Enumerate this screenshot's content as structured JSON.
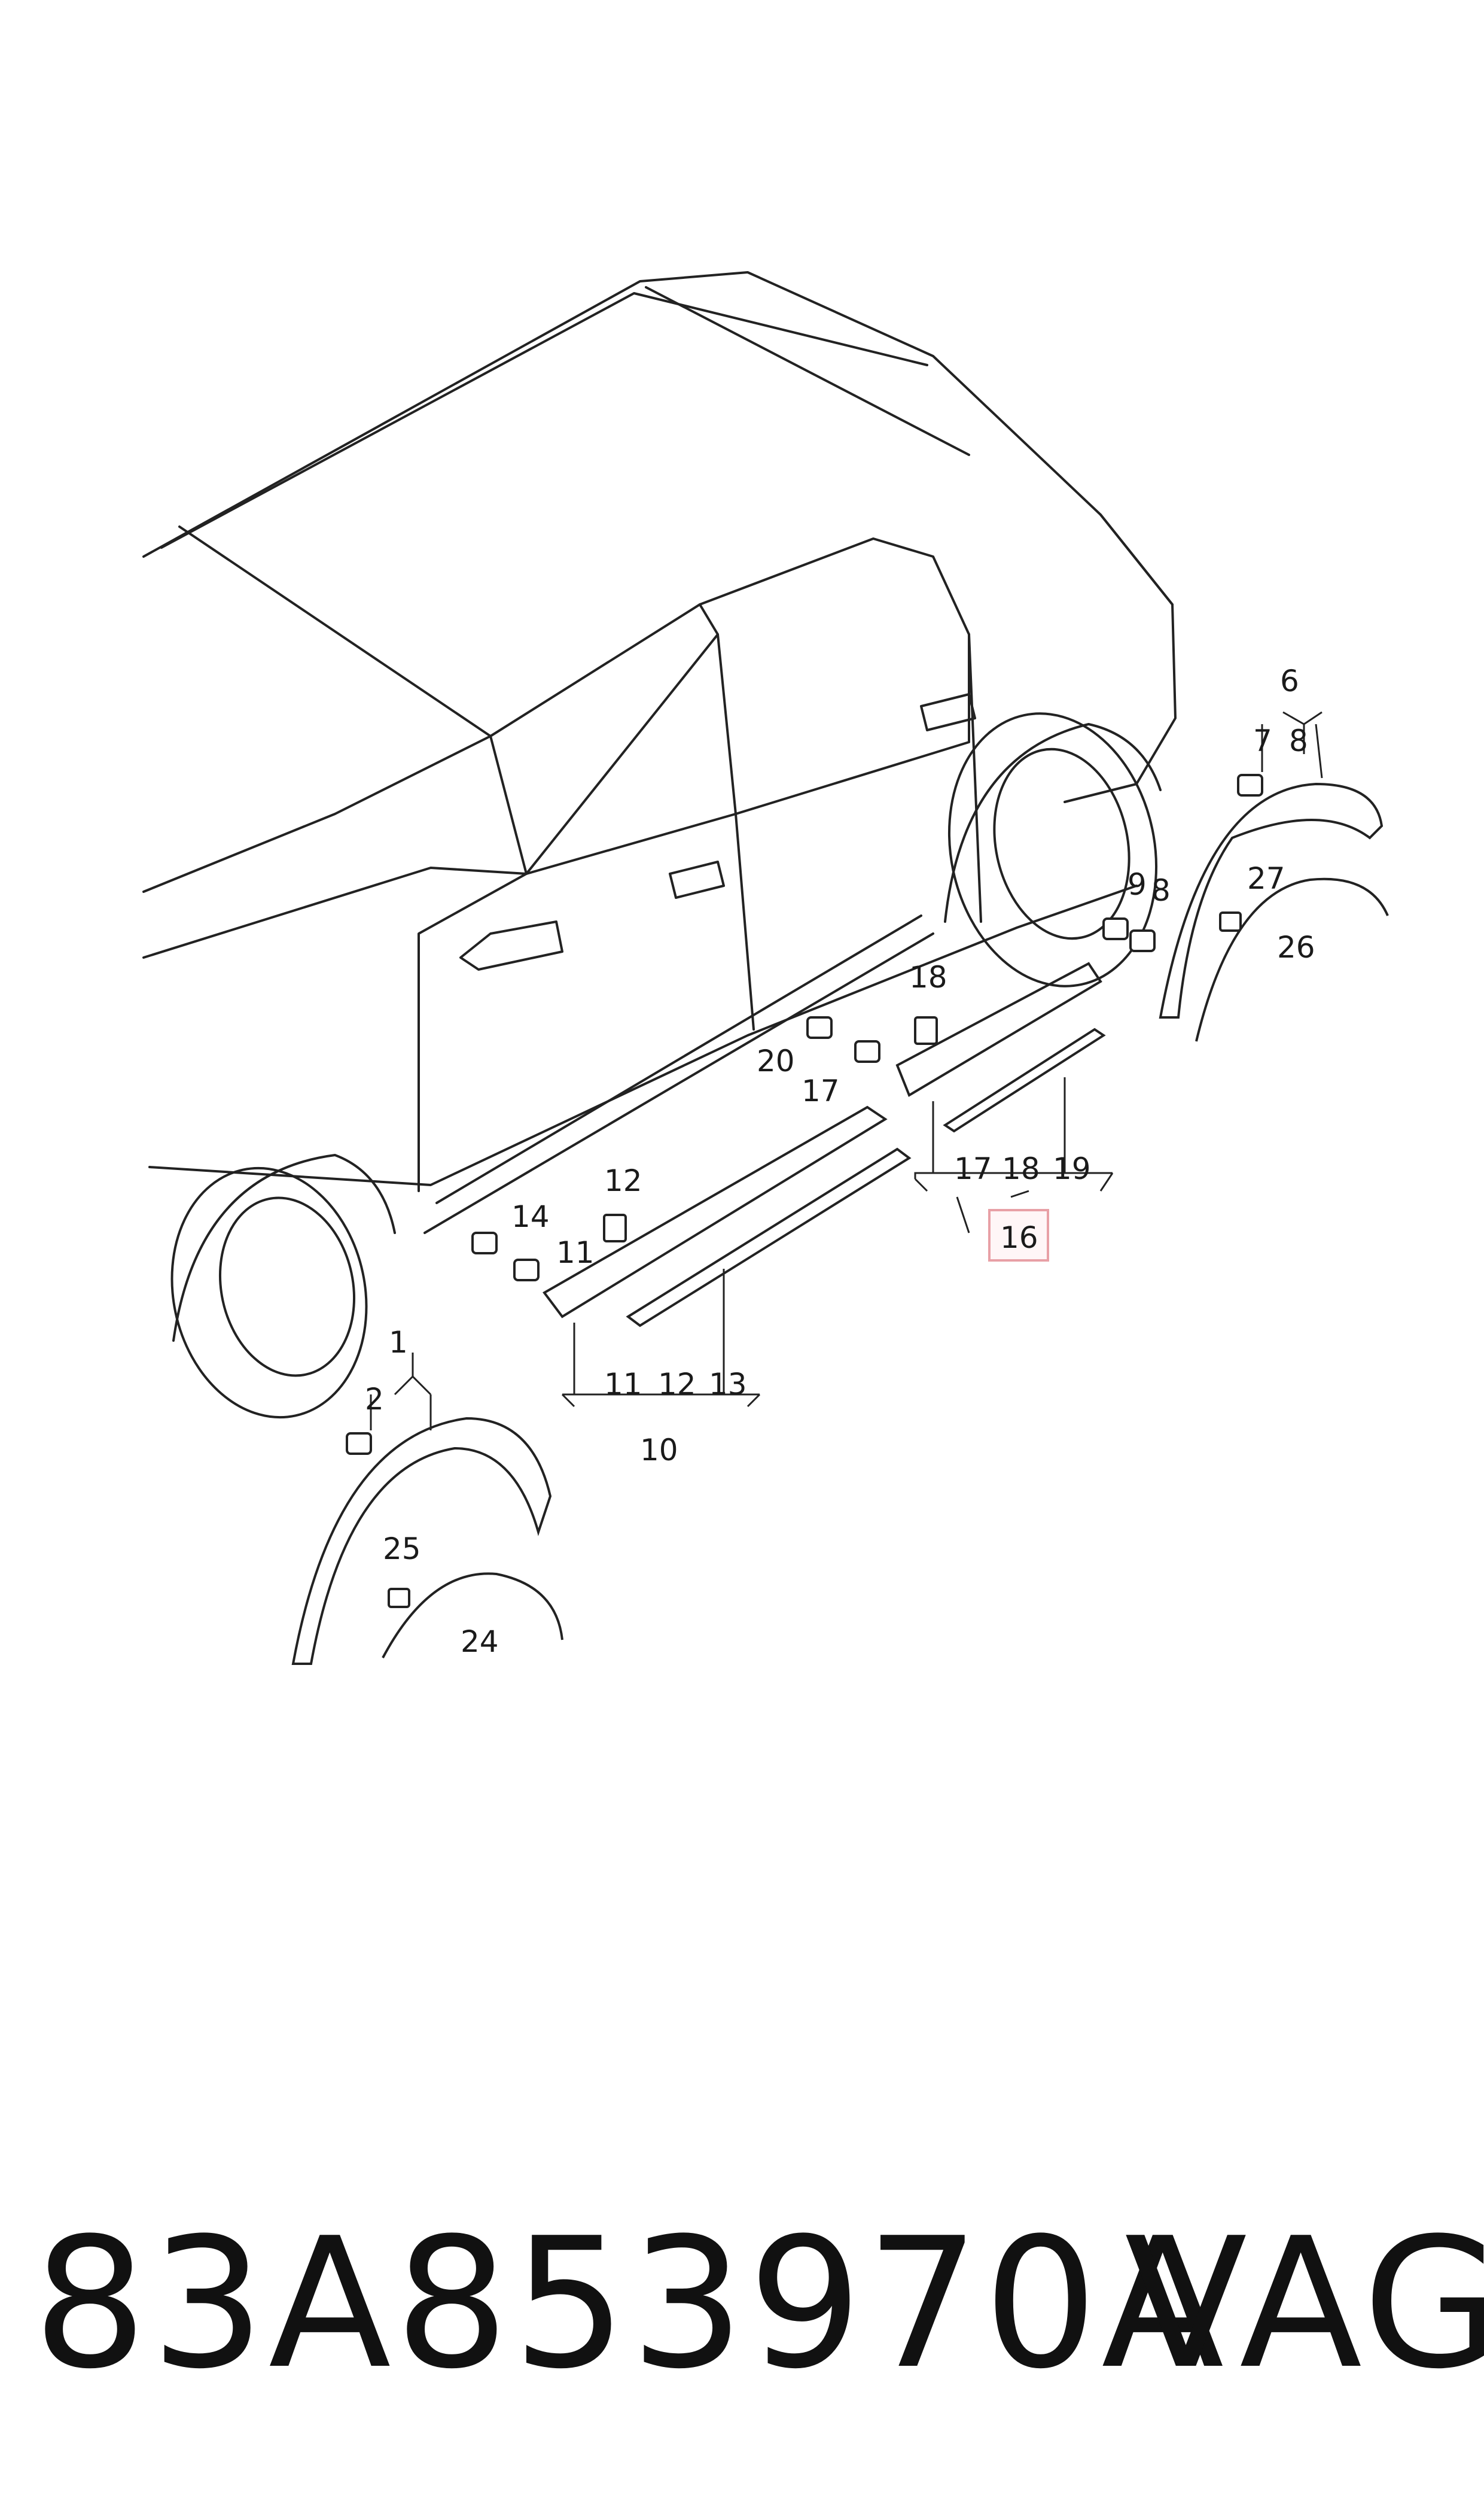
{
  "diagram": {
    "callouts": {
      "c1": "1",
      "c2": "2",
      "c6": "6",
      "c7": "7",
      "c8a": "8",
      "c8b": "8",
      "c9": "9",
      "c10": "10",
      "c11a": "11",
      "c11b": "11",
      "c12a": "12",
      "c12b": "12",
      "c13": "13",
      "c14": "14",
      "c16": "16",
      "c17a": "17",
      "c17b": "17",
      "c18a": "18",
      "c18b": "18",
      "c19": "19",
      "c20": "20",
      "c24": "24",
      "c25": "25",
      "c26": "26",
      "c27": "27"
    },
    "highlight_color": "#e8a0a6"
  },
  "footer": {
    "part_number": "83A853970A",
    "brand": "VAG"
  }
}
